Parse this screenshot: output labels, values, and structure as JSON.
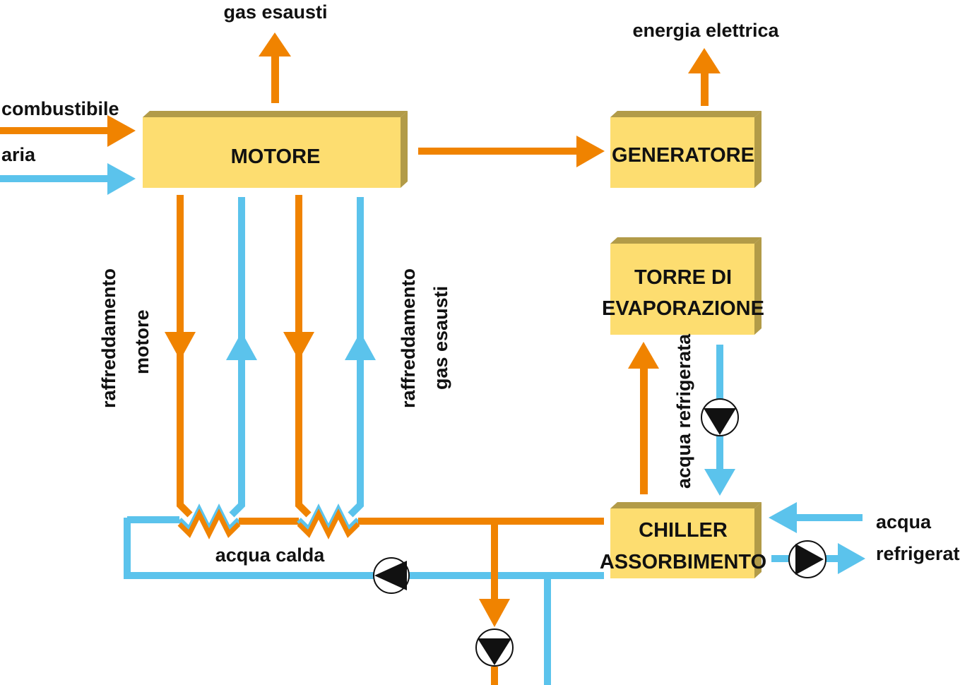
{
  "colors": {
    "hot": "#f08300",
    "cold": "#5bc3ec",
    "box_face": "#fddd70",
    "box_side": "#b29b48",
    "text": "#111111"
  },
  "boxes": {
    "motore": "MOTORE",
    "generatore": "GENERATORE",
    "torre_line1": "TORRE DI",
    "torre_line2": "EVAPORAZIONE",
    "chiller_line1": "CHILLER",
    "chiller_line2": "ASSORBIMENTO"
  },
  "labels": {
    "gas_esausti": "gas esausti",
    "energia_elettrica": "energia elettrica",
    "combustibile": "combustibile",
    "aria": "aria",
    "raffreddamento_motore_1": "raffreddamento",
    "raffreddamento_motore_2": "motore",
    "raffreddamento_gas_1": "raffreddamento",
    "raffreddamento_gas_2": "gas esausti",
    "acqua_refrigerata_vertical": "acqua refrigerata",
    "acqua_calda": "acqua calda",
    "acqua_out_1": "acqua",
    "acqua_out_2": "refrigerata"
  },
  "icons": {
    "pump": "pump-icon",
    "arrow": "arrow-icon",
    "heat_exchanger": "heat-exchanger-icon"
  }
}
